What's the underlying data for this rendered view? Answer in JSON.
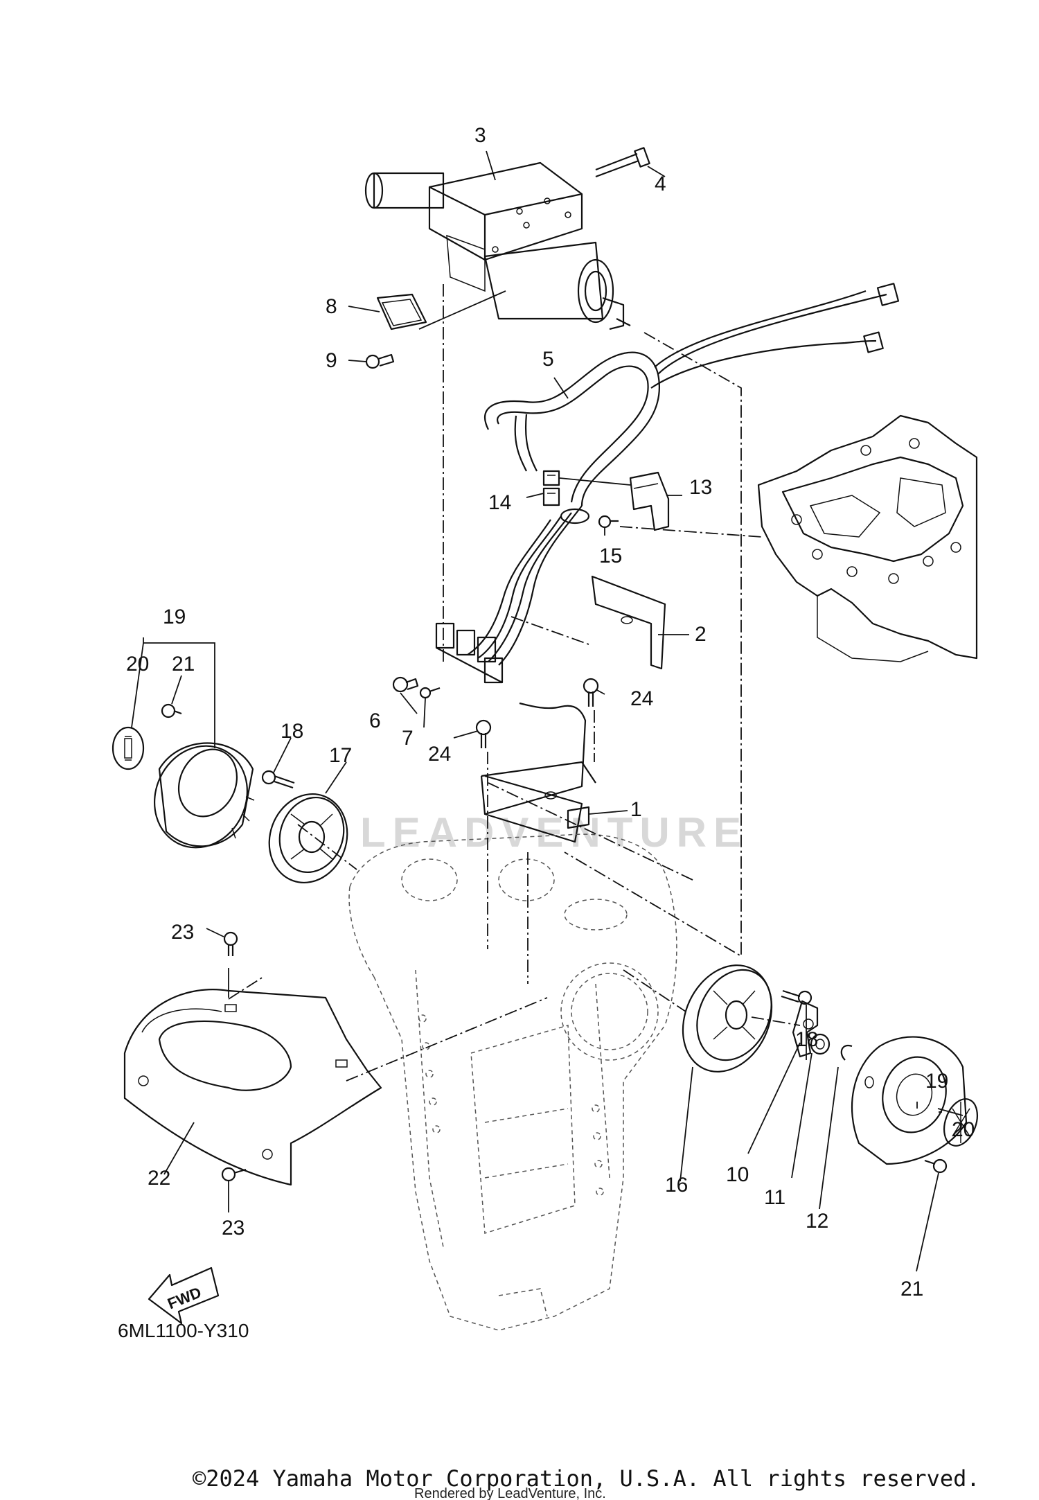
{
  "diagram": {
    "callouts": [
      "1",
      "2",
      "3",
      "4",
      "5",
      "6",
      "7",
      "8",
      "9",
      "10",
      "11",
      "12",
      "13",
      "14",
      "15",
      "16",
      "17",
      "18",
      "18",
      "19",
      "19",
      "20",
      "20",
      "21",
      "21",
      "22",
      "23",
      "23",
      "24",
      "24"
    ],
    "diagram_code": "6ML1100-Y310",
    "fwd_label": "FWD",
    "watermark": "LEADVENTURE",
    "copyright": "©2024 Yamaha Motor Corporation, U.S.A. All rights reserved.",
    "rendered_by": "Rendered by LeadVenture, Inc."
  }
}
